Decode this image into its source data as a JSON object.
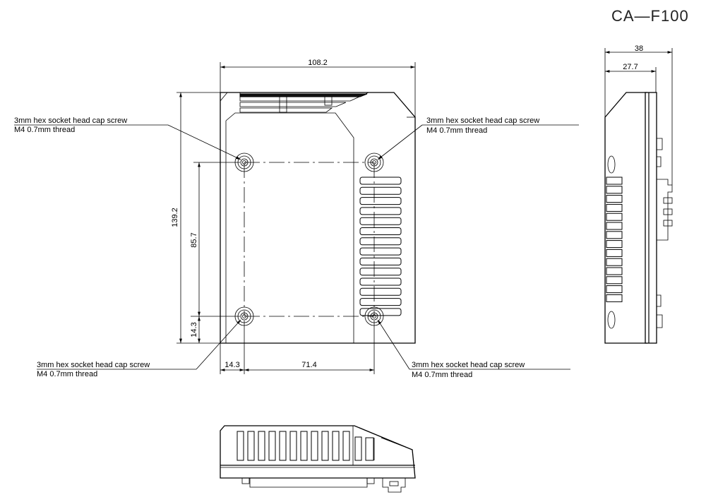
{
  "title": "CA—F100",
  "dimensions": {
    "overall_width": "108.2",
    "overall_height": "139.2",
    "hole_spacing_vertical": "85.7",
    "hole_offset_bottom": "14.3",
    "hole_offset_left": "14.3",
    "hole_spacing_horizontal": "71.4",
    "side_depth_total": "38",
    "side_depth_body": "27.7"
  },
  "callouts": {
    "top_left": {
      "line1": "3mm hex socket head cap screw",
      "line2": "M4 0.7mm thread"
    },
    "top_right": {
      "line1": "3mm hex socket head cap screw",
      "line2": "M4 0.7mm thread"
    },
    "bottom_left": {
      "line1": "3mm hex socket head cap screw",
      "line2": "M4 0.7mm thread"
    },
    "bottom_right": {
      "line1": "3mm hex socket head cap screw",
      "line2": "M4 0.7mm thread"
    }
  }
}
